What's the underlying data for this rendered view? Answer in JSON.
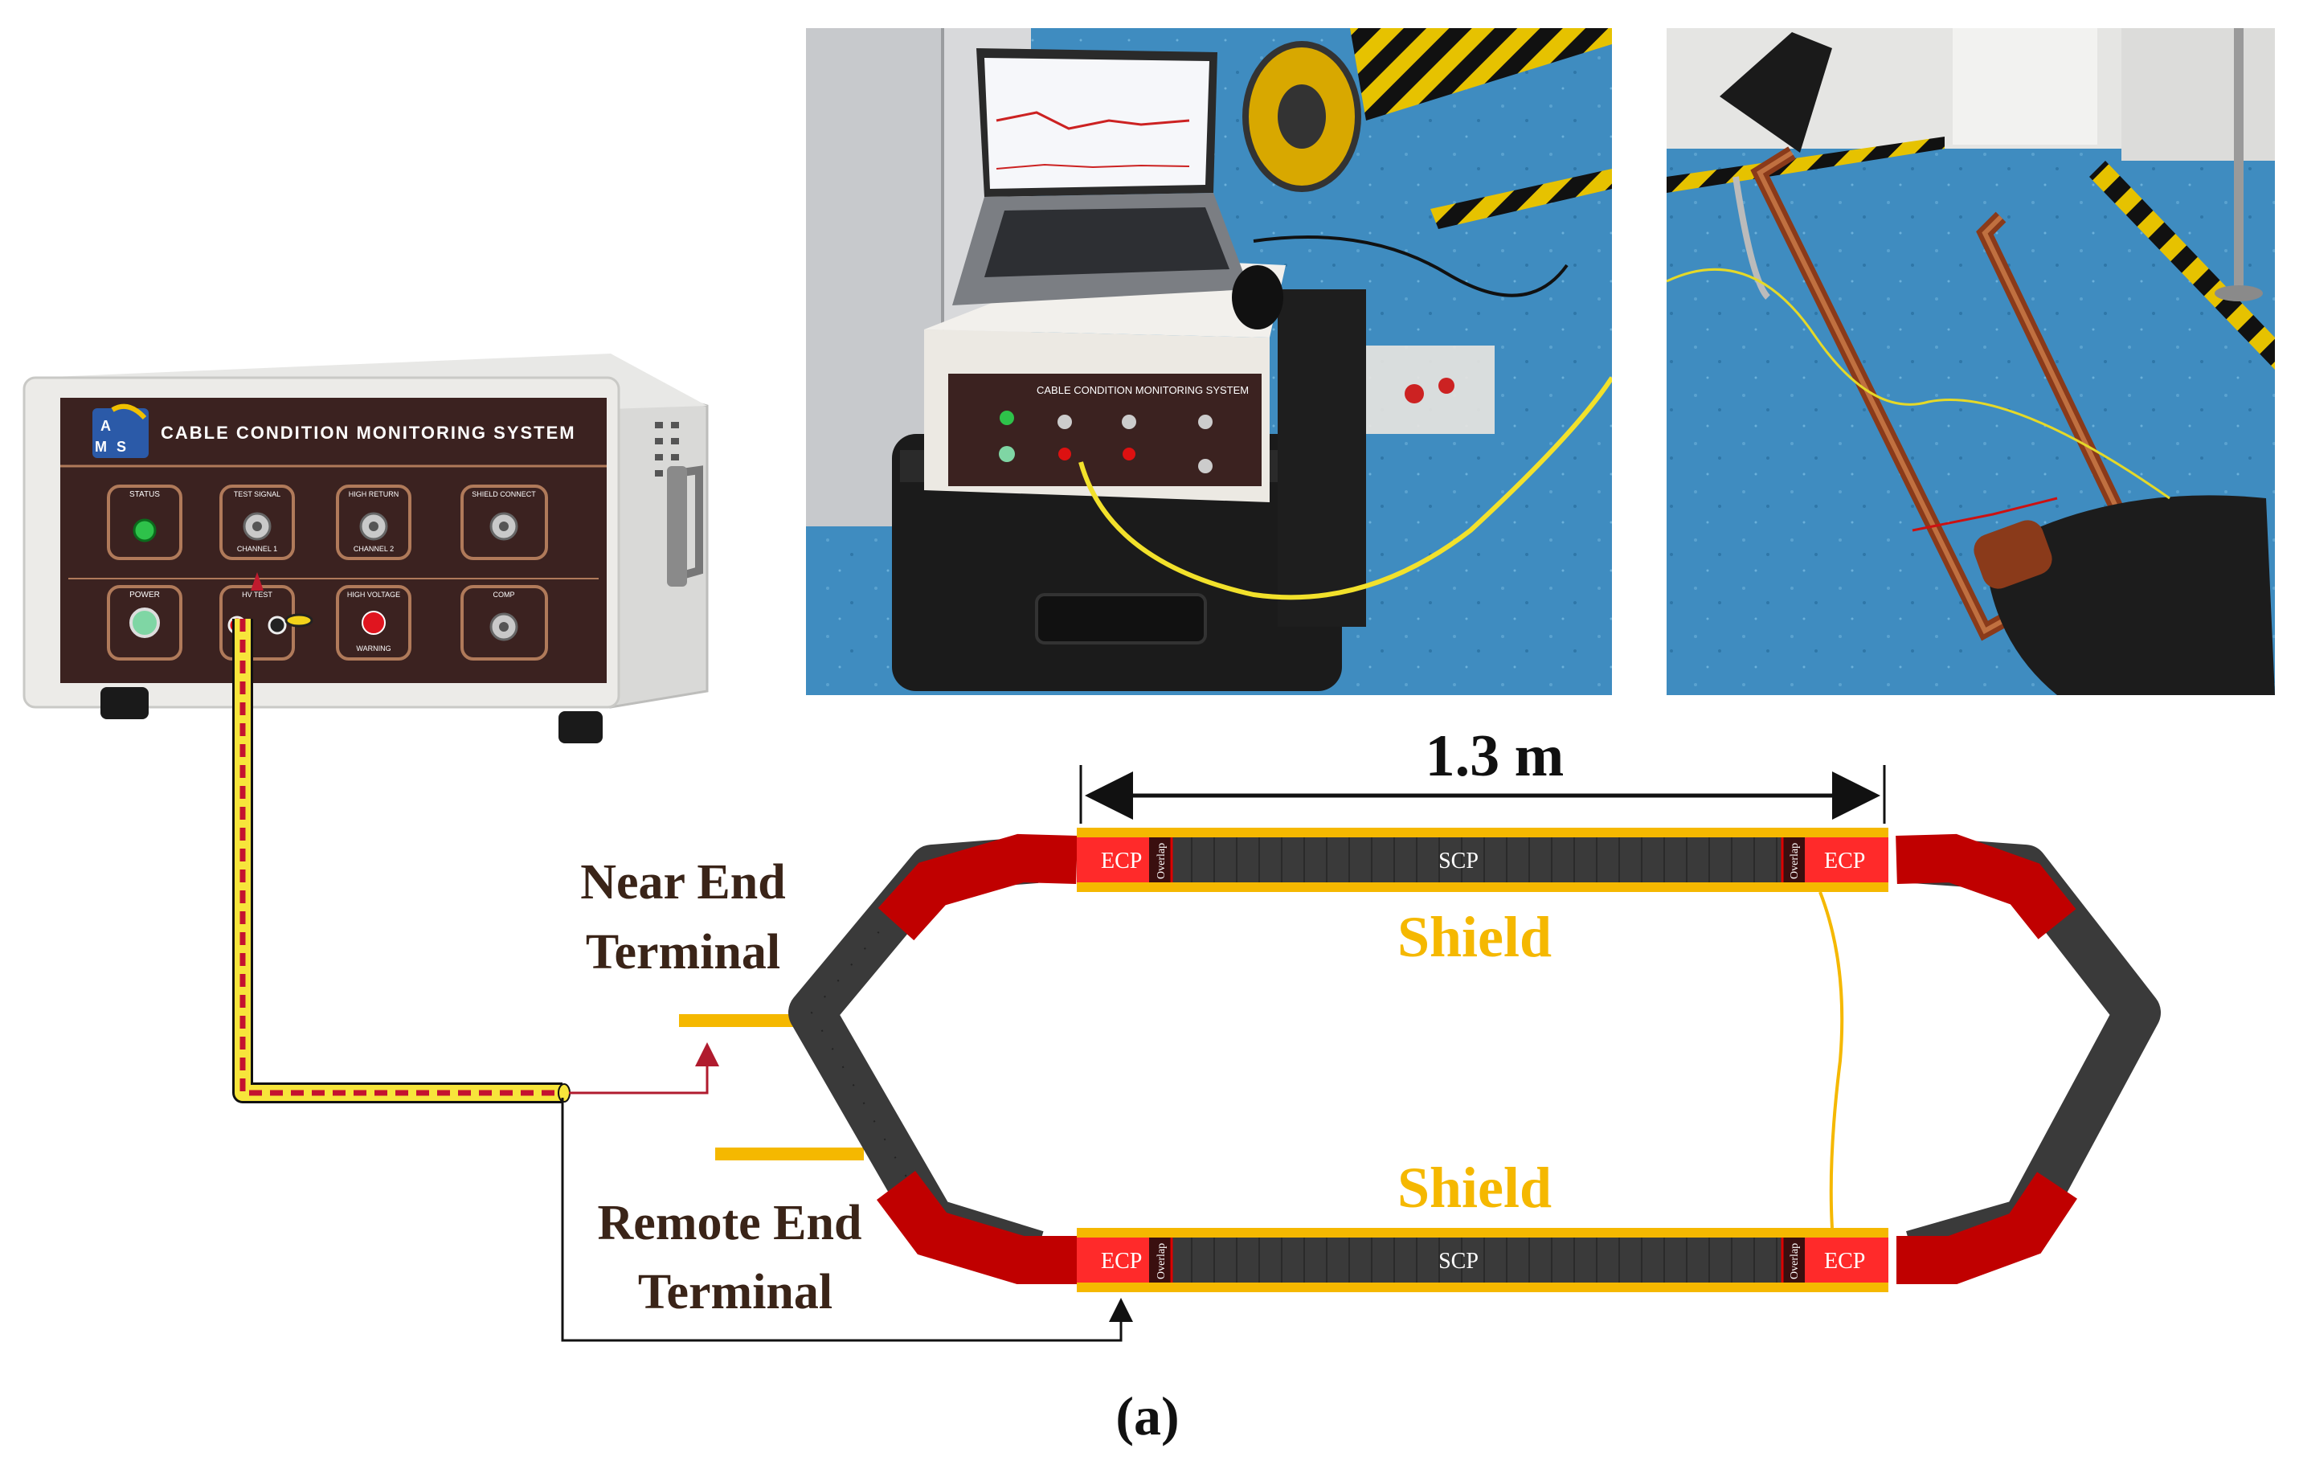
{
  "device": {
    "panel_title": "CABLE CONDITION MONITORING SYSTEM",
    "logo_letters": [
      "A",
      "M",
      "S"
    ],
    "labels": {
      "status": "STATUS",
      "test_signal": "TEST SIGNAL",
      "channel1": "CHANNEL 1",
      "high_return": "HIGH RETURN",
      "channel2": "CHANNEL 2",
      "shield_connect": "SHIELD CONNECT",
      "power": "POWER",
      "hv_test": "HV TEST",
      "high_voltage": "HIGH VOLTAGE",
      "warning": "WARNING",
      "comp": "COMP"
    }
  },
  "photos": {
    "left_panel_title": "CABLE CONDITION MONITORING SYSTEM"
  },
  "diagram": {
    "length_label": "1.3 m",
    "near_end_line1": "Near End",
    "near_end_line2": "Terminal",
    "remote_end_line1": "Remote End",
    "remote_end_line2": "Terminal",
    "shield_top": "Shield",
    "shield_bottom": "Shield",
    "top": {
      "ecp_left": "ECP",
      "overlap_left": "Overlap",
      "scp": "SCP",
      "overlap_right": "Overlap",
      "ecp_right": "ECP"
    },
    "bottom": {
      "ecp_left": "ECP",
      "overlap_left": "Overlap",
      "scp": "SCP",
      "overlap_right": "Overlap",
      "ecp_right": "ECP"
    }
  },
  "caption": "(a)",
  "colors": {
    "shield": "#F5B800",
    "ecp_red": "#FF2A2A",
    "cable_dark": "#3a3a3a",
    "elbow_red": "#C00000",
    "panel_brown": "#3B2220",
    "cable_yellow": "#F7E53B",
    "dash_red": "#C4122F"
  }
}
